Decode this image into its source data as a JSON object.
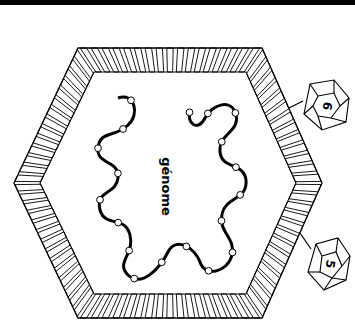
{
  "diagram": {
    "labels": [
      "génome",
      "6",
      "5"
    ]
  }
}
